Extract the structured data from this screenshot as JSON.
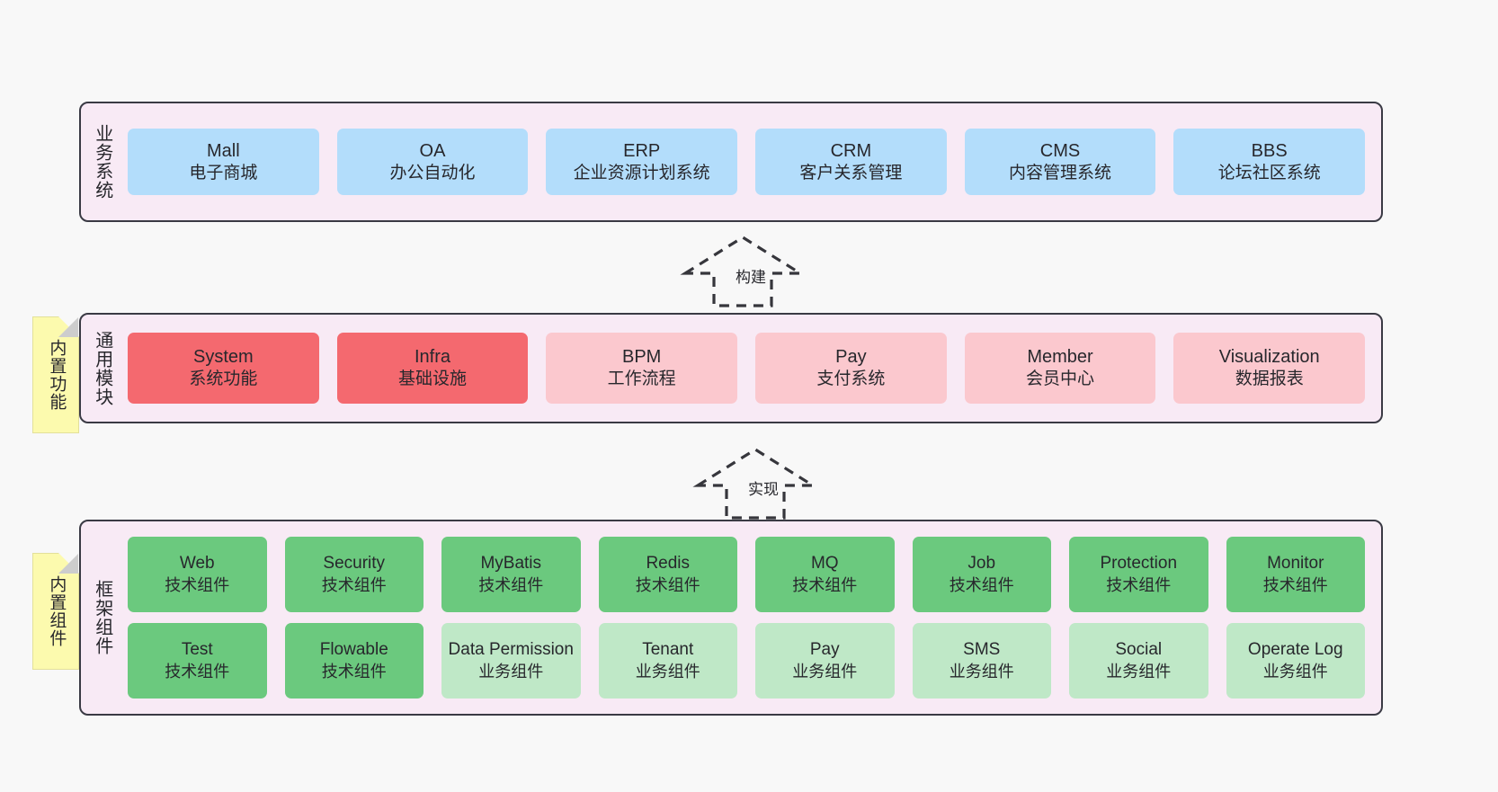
{
  "diagram": {
    "background_color": "#f8f8f8",
    "panel_color": "#f8eaf5",
    "border_color": "#3a3a44"
  },
  "layers": {
    "business": {
      "title": "业务系统",
      "color": "#b3ddfb",
      "items": [
        {
          "en": "Mall",
          "cn": "电子商城"
        },
        {
          "en": "OA",
          "cn": "办公自动化"
        },
        {
          "en": "ERP",
          "cn": "企业资源计划系统"
        },
        {
          "en": "CRM",
          "cn": "客户关系管理"
        },
        {
          "en": "CMS",
          "cn": "内容管理系统"
        },
        {
          "en": "BBS",
          "cn": "论坛社区系统"
        }
      ]
    },
    "modules": {
      "title": "通用模块",
      "colors": {
        "primary": "#f4696f",
        "secondary": "#fbc8ce"
      },
      "items": [
        {
          "en": "System",
          "cn": "系统功能",
          "variant": "c-red"
        },
        {
          "en": "Infra",
          "cn": "基础设施",
          "variant": "c-red"
        },
        {
          "en": "BPM",
          "cn": "工作流程",
          "variant": "c-pink"
        },
        {
          "en": "Pay",
          "cn": "支付系统",
          "variant": "c-pink"
        },
        {
          "en": "Member",
          "cn": "会员中心",
          "variant": "c-pink"
        },
        {
          "en": "Visualization",
          "cn": "数据报表",
          "variant": "c-pink"
        }
      ]
    },
    "framework": {
      "title": "框架组件",
      "colors": {
        "tech": "#6bc97e",
        "business": "#bfe8c7"
      },
      "row1": [
        {
          "en": "Web",
          "cn": "技术组件",
          "variant": "c-green"
        },
        {
          "en": "Security",
          "cn": "技术组件",
          "variant": "c-green"
        },
        {
          "en": "MyBatis",
          "cn": "技术组件",
          "variant": "c-green"
        },
        {
          "en": "Redis",
          "cn": "技术组件",
          "variant": "c-green"
        },
        {
          "en": "MQ",
          "cn": "技术组件",
          "variant": "c-green"
        },
        {
          "en": "Job",
          "cn": "技术组件",
          "variant": "c-green"
        },
        {
          "en": "Protection",
          "cn": "技术组件",
          "variant": "c-green"
        },
        {
          "en": "Monitor",
          "cn": "技术组件",
          "variant": "c-green"
        }
      ],
      "row2": [
        {
          "en": "Test",
          "cn": "技术组件",
          "variant": "c-green"
        },
        {
          "en": "Flowable",
          "cn": "技术组件",
          "variant": "c-green"
        },
        {
          "en": "Data Permission",
          "cn": "业务组件",
          "variant": "c-greenlight"
        },
        {
          "en": "Tenant",
          "cn": "业务组件",
          "variant": "c-greenlight"
        },
        {
          "en": "Pay",
          "cn": "业务组件",
          "variant": "c-greenlight"
        },
        {
          "en": "SMS",
          "cn": "业务组件",
          "variant": "c-greenlight"
        },
        {
          "en": "Social",
          "cn": "业务组件",
          "variant": "c-greenlight"
        },
        {
          "en": "Operate Log",
          "cn": "业务组件",
          "variant": "c-greenlight"
        }
      ]
    }
  },
  "notes": [
    {
      "label": "内置功能",
      "color": "#fcfaae"
    },
    {
      "label": "内置组件",
      "color": "#fcfaae"
    }
  ],
  "arrows": [
    {
      "label": "构建",
      "style": "dashed-generalization",
      "direction": "up"
    },
    {
      "label": "实现",
      "style": "dashed-generalization",
      "direction": "up"
    }
  ]
}
